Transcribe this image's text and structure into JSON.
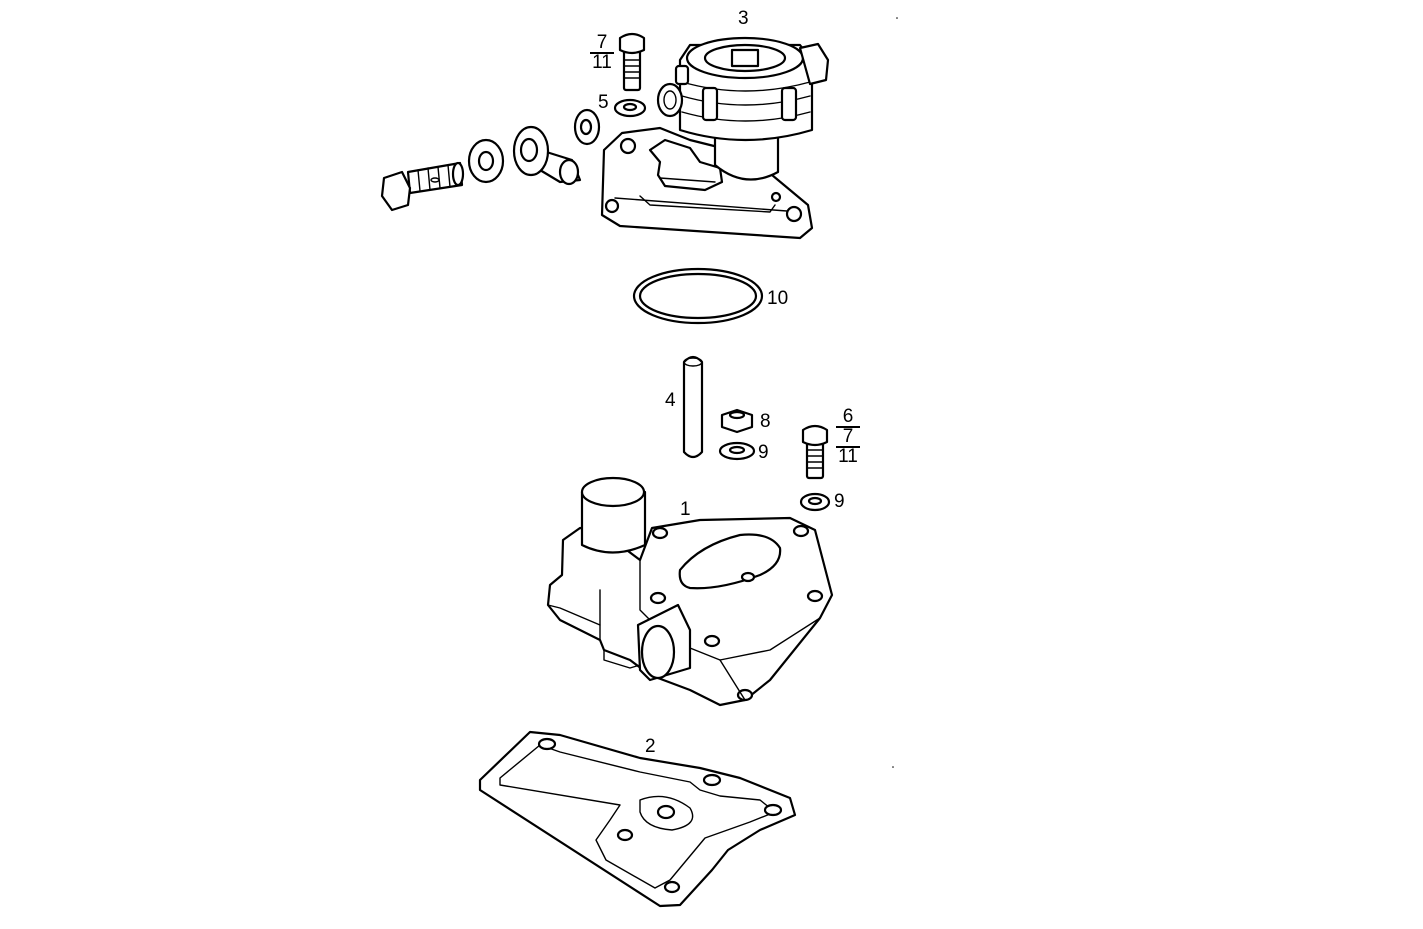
{
  "callouts": {
    "part_1": "1",
    "part_2": "2",
    "part_3": "3",
    "part_4": "4",
    "part_5": "5",
    "part_8": "8",
    "part_9_left": "9",
    "part_9_right": "9",
    "part_10": "10"
  },
  "fractions": {
    "top_bolt": {
      "numerator": "7",
      "denominator": "11"
    },
    "lower_bolt": {
      "first": "6",
      "second": "7",
      "third": "11"
    }
  },
  "parts": [
    {
      "icon": "cover-plate-icon",
      "ref": "1"
    },
    {
      "icon": "gasket-icon",
      "ref": "2"
    },
    {
      "icon": "valve-housing-icon",
      "ref": "3"
    },
    {
      "icon": "pin-icon",
      "ref": "4"
    },
    {
      "icon": "washer-icon",
      "ref": "5"
    },
    {
      "icon": "bolt-icon",
      "ref": "6"
    },
    {
      "icon": "nut-icon",
      "ref": "8"
    },
    {
      "icon": "washer-icon",
      "ref": "9"
    },
    {
      "icon": "o-ring-icon",
      "ref": "10"
    }
  ]
}
